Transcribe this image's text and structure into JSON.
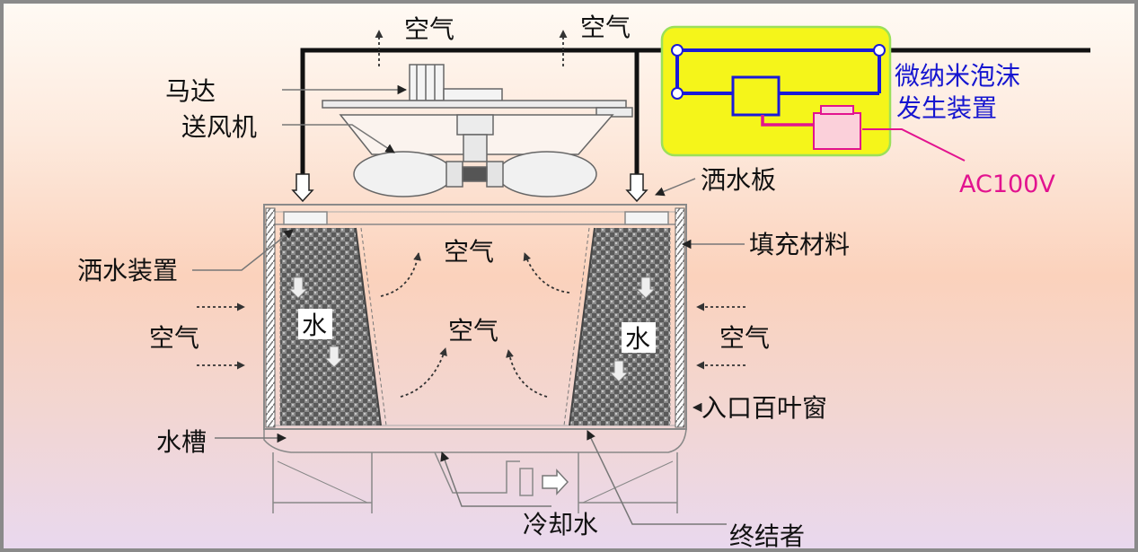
{
  "labels": {
    "air_top_left": "空气",
    "air_top_right": "空气",
    "motor": "马达",
    "fan": "送风机",
    "sprinkler_plate": "洒水板",
    "sprinkler_device": "洒水装置",
    "fill_material": "填充材料",
    "air_center_top": "空气",
    "air_center_mid": "空气",
    "air_left": "空气",
    "air_right": "空气",
    "water_left": "水",
    "water_right": "水",
    "inlet_louver": "入口百叶窗",
    "water_tank": "水槽",
    "cooling_water": "冷却水",
    "terminator": "终结者",
    "device_line1": "微纳米泡沫",
    "device_line2": "发生装置",
    "power": "AC100V"
  },
  "colors": {
    "device_box": "#f5f51a",
    "device_border": "#9be05a",
    "device_pipe": "#1a1ad8",
    "power_line": "#e2138f",
    "pump_fill": "#fbd0da"
  },
  "icons": [
    "motor-icon",
    "fan-icon",
    "pump-icon",
    "arrow-icon",
    "louver-icon"
  ]
}
